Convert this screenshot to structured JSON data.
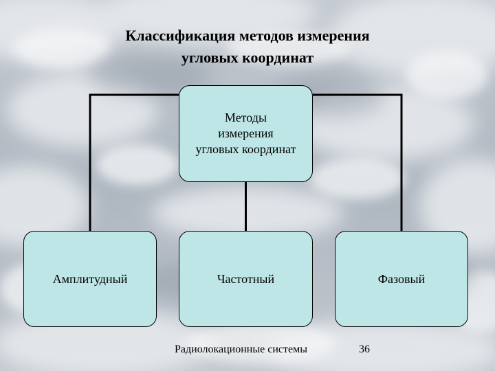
{
  "slide": {
    "title_line1": "Классификация методов измерения",
    "title_line2": "угловых координат",
    "footer": "Радиолокационные системы",
    "page_number": "36"
  },
  "diagram": {
    "root": "Методы\nизмерения\nугловых координат",
    "children": [
      "Амплитудный",
      "Частотный",
      "Фазовый"
    ]
  },
  "colors": {
    "node_fill": "#bfe6e6",
    "node_border": "#000000",
    "connector": "#000000"
  }
}
